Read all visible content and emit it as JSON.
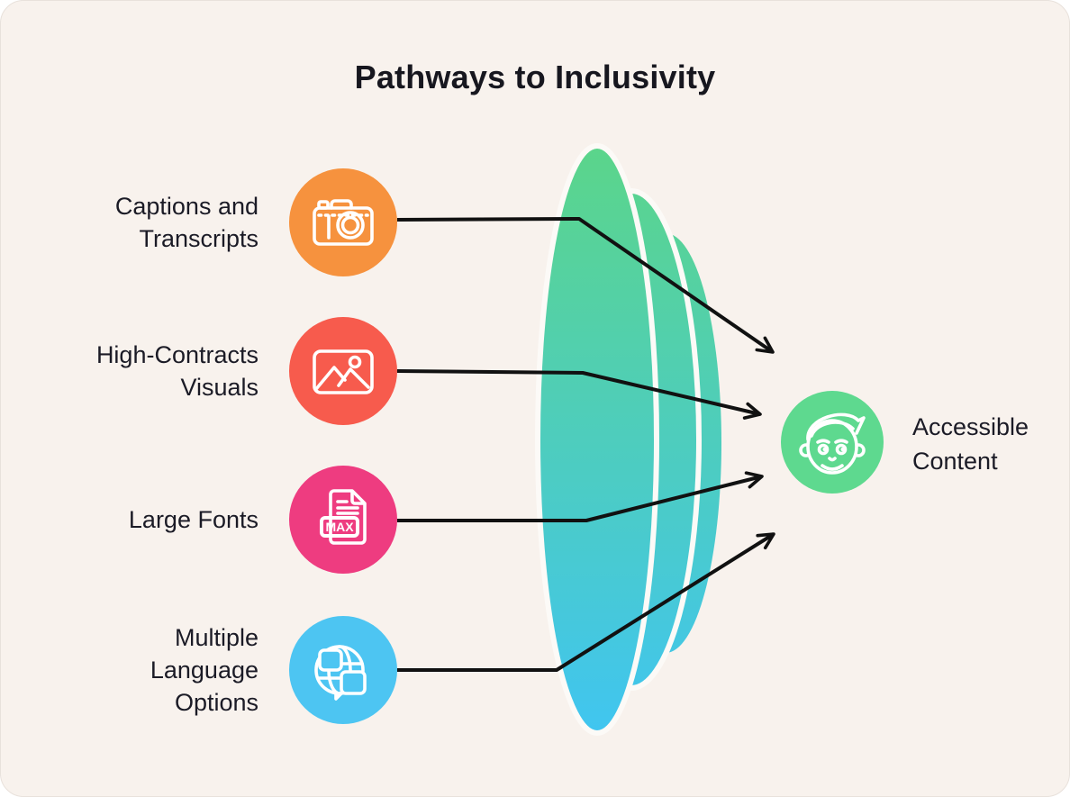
{
  "title": "Pathways to Inclusivity",
  "background_color": "#F8F2ED",
  "text_color": "#1B1B26",
  "arrow_color": "#111111",
  "lens": {
    "gradient_top": "#5BD58A",
    "gradient_bottom": "#40C5F1",
    "divider_color": "#FCFAF7"
  },
  "items": [
    {
      "label": "Captions and\nTranscripts",
      "icon": "camera-icon",
      "color": "#F6923E"
    },
    {
      "label": "High-Contracts\nVisuals",
      "icon": "image-icon",
      "color": "#F75B4D"
    },
    {
      "label": "Large Fonts",
      "icon": "max-document-icon",
      "icon_text": "MAX",
      "color": "#EE3C80"
    },
    {
      "label": "Multiple\nLanguage\nOptions",
      "icon": "globe-translate-icon",
      "color": "#4DC5F2"
    }
  ],
  "result": {
    "label": "Accessible\nContent",
    "icon": "face-icon",
    "color": "#5ED98F"
  }
}
